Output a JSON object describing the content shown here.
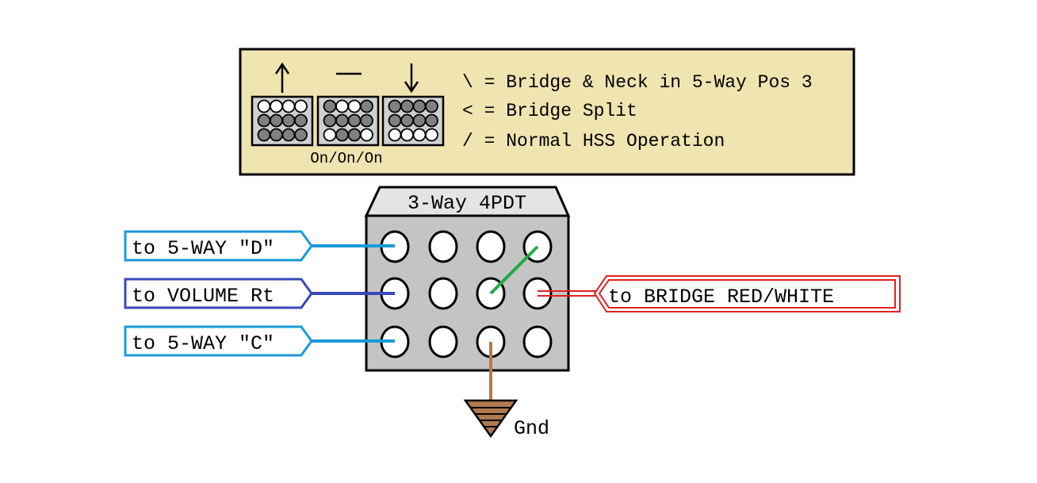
{
  "legend": {
    "position_symbols": [
      "↑",
      "—",
      "↓"
    ],
    "switch_caption": "On/On/On",
    "lines": [
      "\\ = Bridge & Neck in 5-Way Pos 3",
      "< = Bridge Split",
      "/ = Normal HSS Operation"
    ],
    "switch_states": [
      [
        [
          "w",
          "w",
          "w",
          "w"
        ],
        [
          "g",
          "g",
          "g",
          "g"
        ],
        [
          "g",
          "g",
          "g",
          "g"
        ]
      ],
      [
        [
          "g",
          "w",
          "w",
          "g"
        ],
        [
          "g",
          "g",
          "g",
          "g"
        ],
        [
          "w",
          "g",
          "g",
          "w"
        ]
      ],
      [
        [
          "g",
          "g",
          "g",
          "g"
        ],
        [
          "g",
          "g",
          "g",
          "g"
        ],
        [
          "w",
          "w",
          "w",
          "w"
        ]
      ]
    ]
  },
  "switch": {
    "title": "3-Way 4PDT",
    "jumper": {
      "from": "row2-col3",
      "to": "row1-col4",
      "color": "#22aa44"
    }
  },
  "wires": {
    "d": {
      "label": "to 5-WAY \"D\"",
      "color": "#1a9ad9"
    },
    "volume": {
      "label": "to VOLUME Rt",
      "color": "#3a48b8"
    },
    "c": {
      "label": "to 5-WAY \"C\"",
      "color": "#1a9ad9"
    },
    "bridge": {
      "label": "to BRIDGE RED/WHITE",
      "color": "#dd2222"
    },
    "ground": {
      "label": "Gnd",
      "color": "#b07a50"
    }
  },
  "colors": {
    "legend_bg": "#f0e4b0",
    "switch_body": "#c4c4c4",
    "switch_top": "#e4e4e4"
  }
}
